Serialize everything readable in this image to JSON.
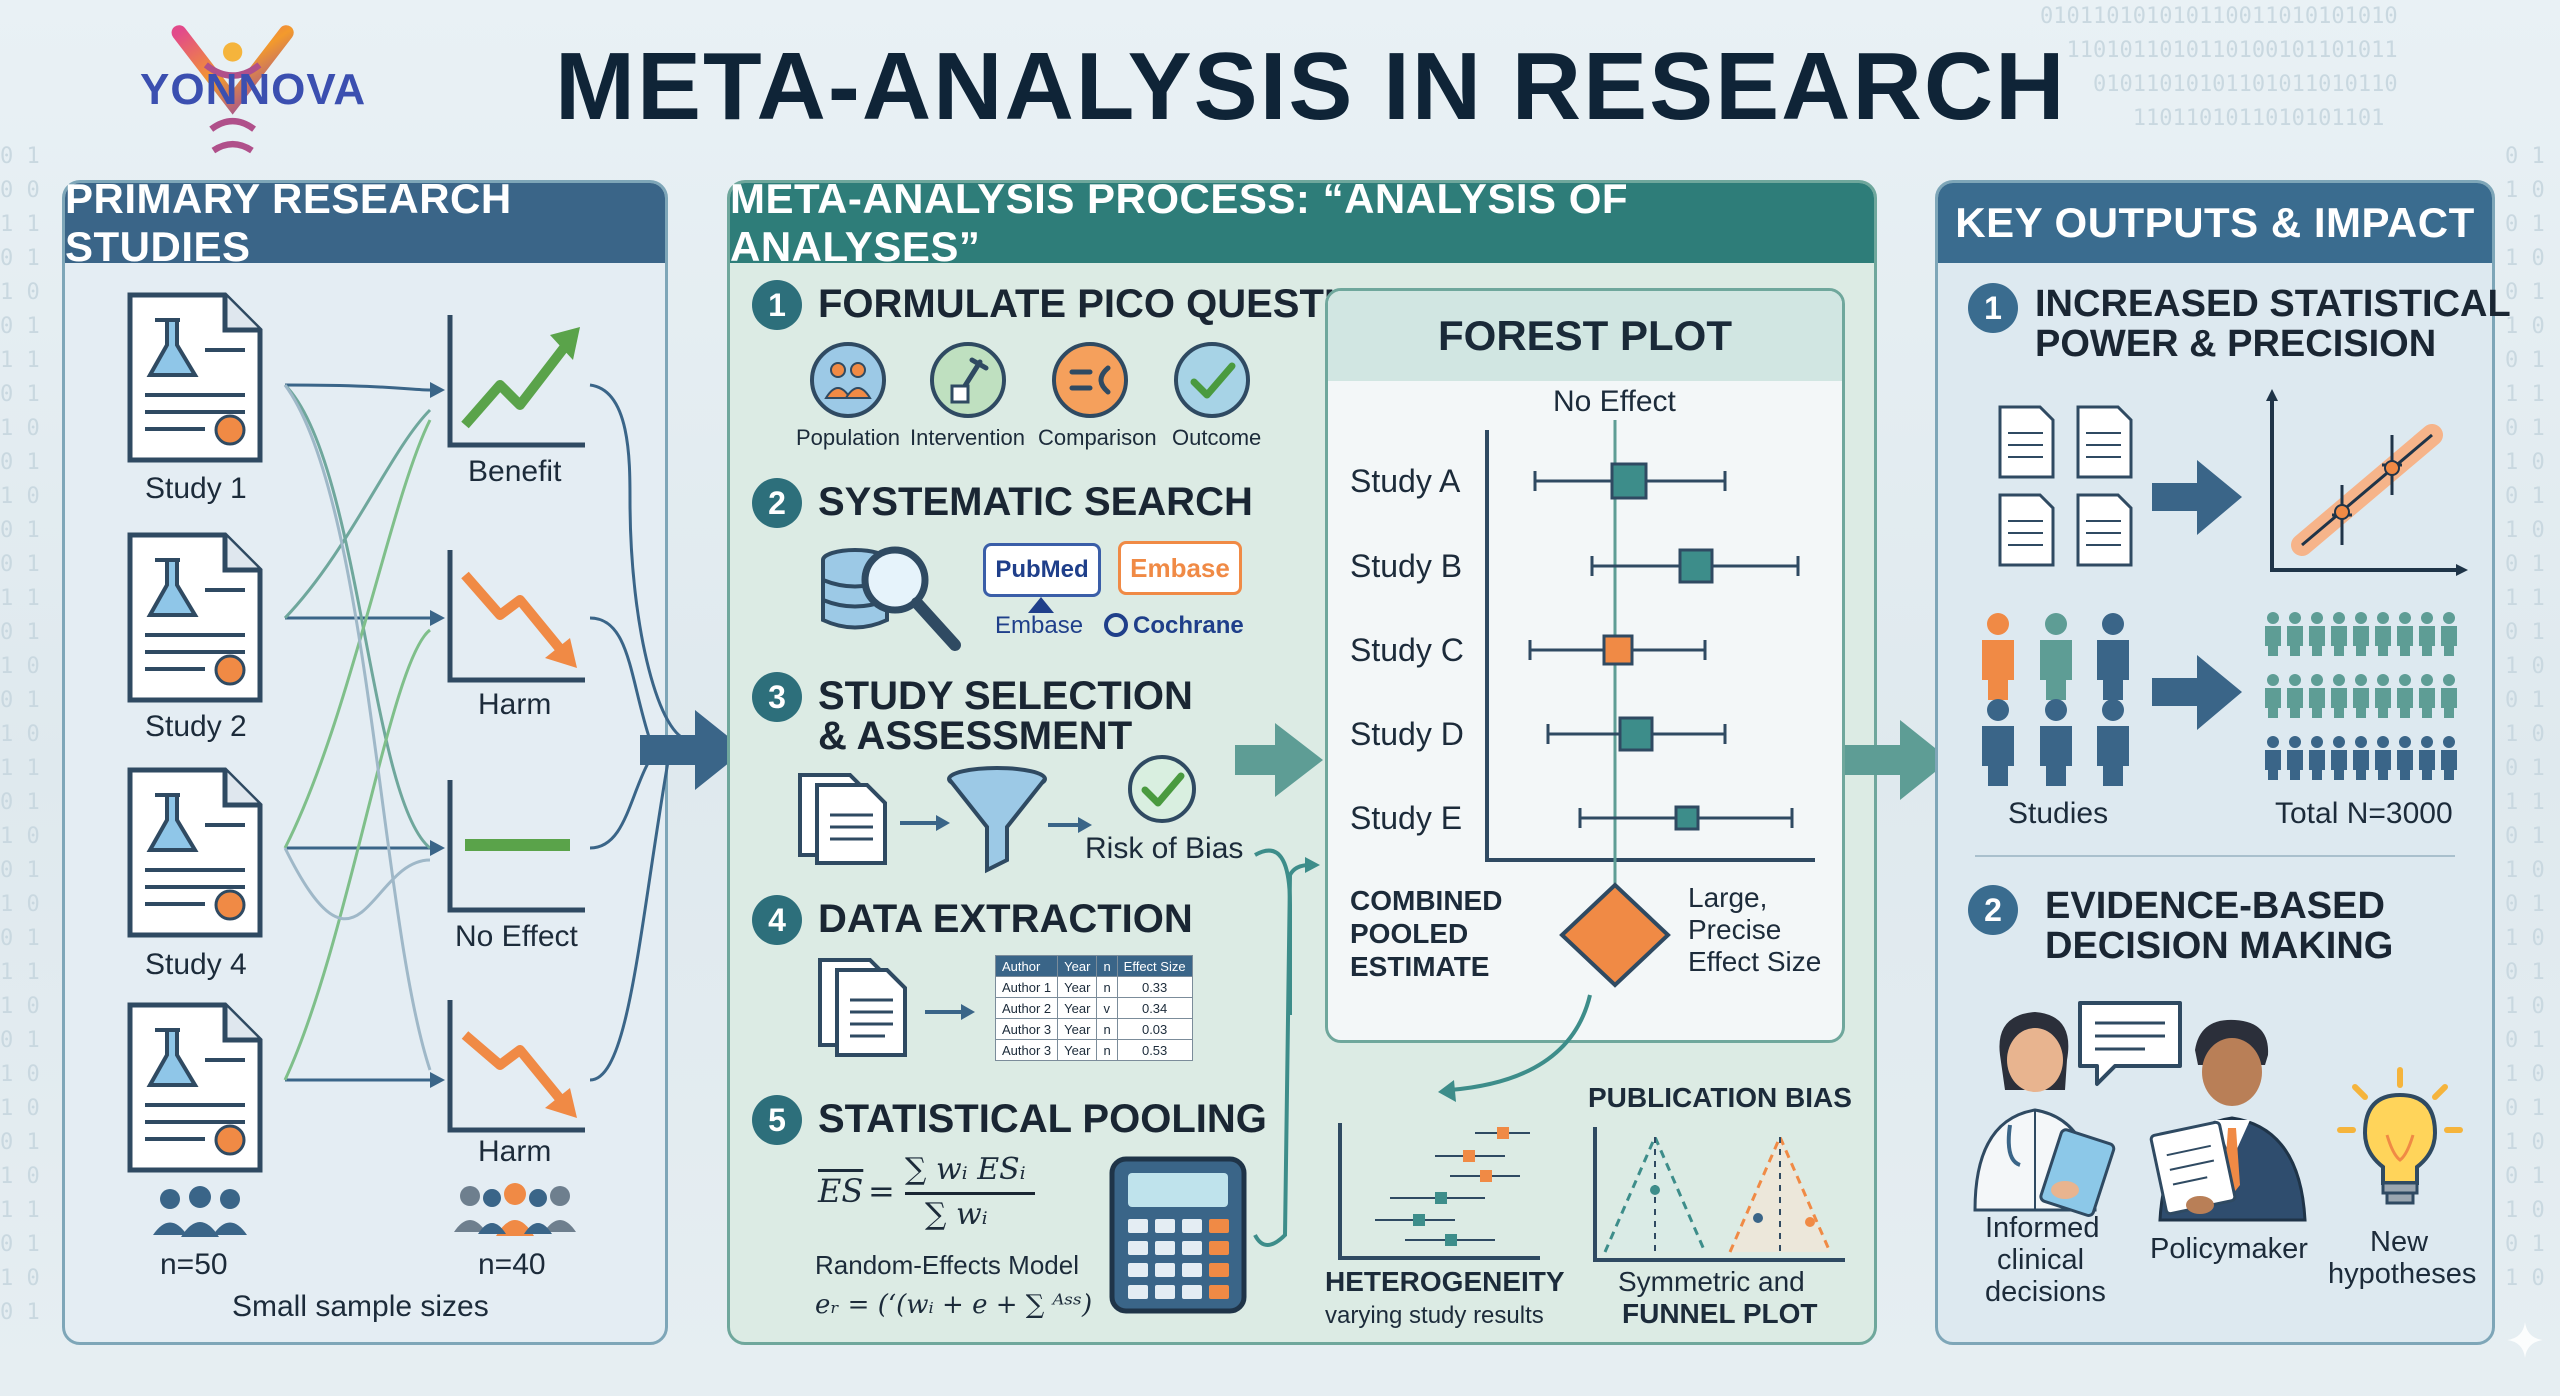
{
  "brand": {
    "name": "YONNOVA"
  },
  "title": "META-ANALYSIS IN RESEARCH",
  "colors": {
    "navy": "#3a6588",
    "teal": "#2e7d79",
    "orange": "#f08a45",
    "green": "#5aa34a",
    "tealbox": "#3d8d8a"
  },
  "left_panel": {
    "header": "PRIMARY RESEARCH STUDIES",
    "studies": [
      "Study 1",
      "Study 2",
      "Study 4",
      ""
    ],
    "effects": [
      "Benefit",
      "Harm",
      "No Effect",
      "Harm"
    ],
    "samples": [
      "n=50",
      "n=40"
    ],
    "caption": "Small sample sizes"
  },
  "mid_panel": {
    "header": "META-ANALYSIS PROCESS: “ANALYSIS OF ANALYSES”",
    "steps": [
      {
        "num": "1",
        "title": "FORMULATE PICO QUESTION"
      },
      {
        "num": "2",
        "title": "SYSTEMATIC SEARCH"
      },
      {
        "num": "3",
        "title_line1": "STUDY SELECTION",
        "title_line2": "& ASSESSMENT"
      },
      {
        "num": "4",
        "title": "DATA EXTRACTION"
      },
      {
        "num": "5",
        "title": "STATISTICAL POOLING"
      }
    ],
    "pico": [
      "Population",
      "Intervention",
      "Comparison",
      "Outcome"
    ],
    "search": {
      "db1": "PubMed",
      "db2": "Embase",
      "db3": "Embase",
      "db4": "Cochrane"
    },
    "selection": {
      "label": "Risk of Bias"
    },
    "extraction_table": {
      "headers": [
        "Author",
        "Year",
        "n",
        "Effect Size"
      ],
      "rows": [
        [
          "Author 1",
          "Year",
          "n",
          "0.33"
        ],
        [
          "Author 2",
          "Year",
          "v",
          "0.34"
        ],
        [
          "Author 3",
          "Year",
          "n",
          "0.03"
        ],
        [
          "Author 3",
          "Year",
          "n",
          "0.53"
        ]
      ]
    },
    "pooling": {
      "formula_lhs": "ES",
      "formula_num": "∑ wᵢ ESᵢ",
      "formula_den": "∑ wᵢ",
      "model": "Random-Effects Model",
      "model_formula": "eᵣ = (‘(wᵢ + e + ∑ ᴬˢˢ)"
    },
    "forest": {
      "title": "FOREST PLOT",
      "no_effect": "No Effect",
      "studies": [
        "Study A",
        "Study B",
        "Study C",
        "Study D",
        "Study E"
      ],
      "combined_line1": "COMBINED",
      "combined_line2": "POOLED",
      "combined_line3": "ESTIMATE",
      "effect_line1": "Large,",
      "effect_line2": "Precise",
      "effect_line3": "Effect Size"
    },
    "heterogeneity": {
      "title": "HETEROGENEITY",
      "subtitle": "varying study results"
    },
    "bias": {
      "title": "PUBLICATION BIAS",
      "line1": "Symmetric and",
      "line2": "FUNNEL PLOT"
    }
  },
  "right_panel": {
    "header": "KEY OUTPUTS & IMPACT",
    "out1_num": "1",
    "out1_line1": "INCREASED STATISTICAL",
    "out1_line2": "POWER & PRECISION",
    "studies_label": "Studies",
    "total_label": "Total N=3000",
    "out2_num": "2",
    "out2_line1": "EVIDENCE-BASED",
    "out2_line2": "DECISION MAKING",
    "informed_line1": "Informed",
    "informed_line2": "clinical",
    "informed_line3": "decisions",
    "policymaker": "Policymaker",
    "new_line1": "New",
    "new_line2": "hypotheses"
  }
}
